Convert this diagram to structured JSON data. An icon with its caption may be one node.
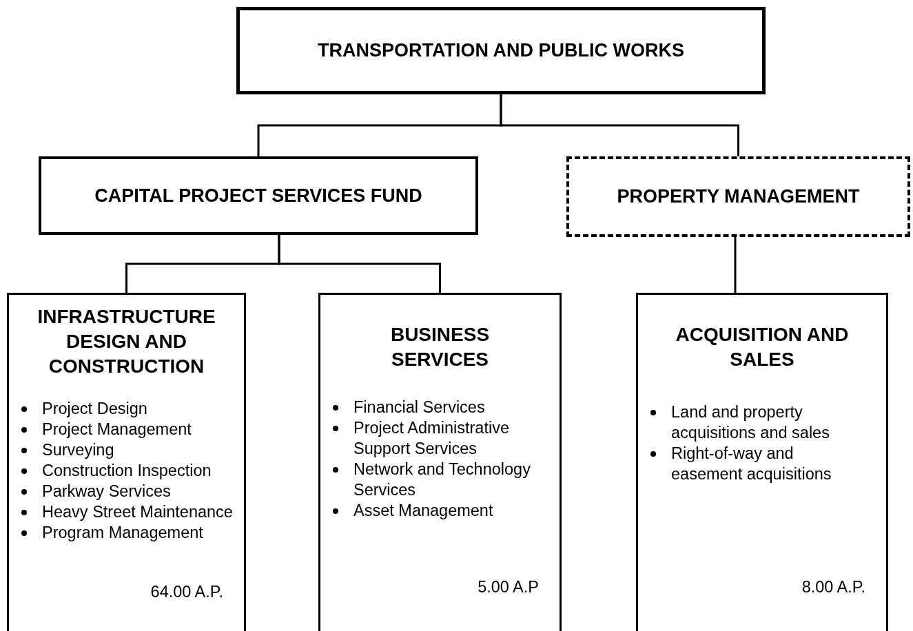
{
  "diagram": {
    "nodes": [
      {
        "text": [
          "TRANSPORTATION AND PUBLIC WORKS"
        ]
      },
      {
        "text": [
          "CAPITAL PROJECT SERVICES FUND"
        ]
      },
      {
        "text": [
          "PROPERTY MANAGEMENT"
        ]
      },
      {
        "text": [
          "INFRASTRUCTURE DESIGN AND CONSTRUCTION",
          "Project Design",
          "Project Management",
          "Surveying",
          "Construction Inspection",
          "Parkway Services",
          "Heavy Street Maintenance",
          "Program Management",
          "64.00 A.P."
        ]
      },
      {
        "text": [
          "BUSINESS SERVICES",
          "Financial Services",
          "Project Administrative Support Services",
          "Network and Technology Services",
          "Asset Management",
          "5.00 A.P"
        ]
      },
      {
        "text": [
          "ACQUISITION AND SALES",
          "Land and property acquisitions and sales",
          "Right-of-way and easement acquisitions",
          "8.00 A.P."
        ]
      }
    ],
    "edges": [
      {
        "from": 0,
        "to": 1,
        "arrow": "none"
      },
      {
        "from": 0,
        "to": 2,
        "arrow": "none"
      },
      {
        "from": 1,
        "to": 3,
        "arrow": "none"
      },
      {
        "from": 1,
        "to": 4,
        "arrow": "none"
      },
      {
        "from": 2,
        "to": 5,
        "arrow": "none"
      }
    ]
  }
}
